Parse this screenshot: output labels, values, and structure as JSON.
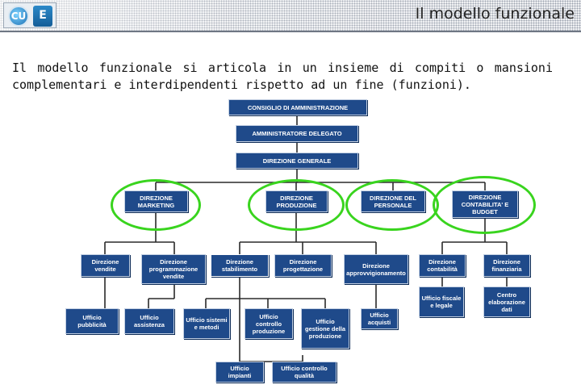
{
  "header": {
    "title": "Il modello funzionale",
    "logo_text_left": "CU",
    "logo_text_right": "E"
  },
  "intro": "Il modello funzionale si articola in un insieme di compiti o mansioni complementari e interdipendenti rispetto ad un fine (funzioni).",
  "org": {
    "top": [
      "CONSIGLIO DI AMMINISTRAZIONE",
      "AMMINISTRATORE DELEGATO",
      "DIREZIONE GENERALE"
    ],
    "directions": [
      "DIREZIONE MARKETING",
      "DIREZIONE PRODUZIONE",
      "DIREZIONE DEL PERSONALE",
      "DIREZIONE CONTABILITA' E BUDGET"
    ],
    "second_level": [
      "Direzione vendite",
      "Direzione programmazione vendite",
      "Direzione stabilimento",
      "Direzione progettazione",
      "Direzione approvvigionamento",
      "Direzione contabilità",
      "Direzione finanziaria"
    ],
    "offices": [
      "Ufficio pubblicità",
      "Ufficio assistenza",
      "Ufficio sistemi e metodi",
      "Ufficio controllo produzione",
      "Ufficio gestione della produzione",
      "Ufficio acquisti",
      "Ufficio fiscale e legale",
      "Centro elaborazione dati",
      "Ufficio impianti",
      "Ufficio controllo qualità"
    ]
  },
  "colors": {
    "box": "#1f4a8a",
    "ring": "#39d41e",
    "line": "#2a2a2a"
  }
}
